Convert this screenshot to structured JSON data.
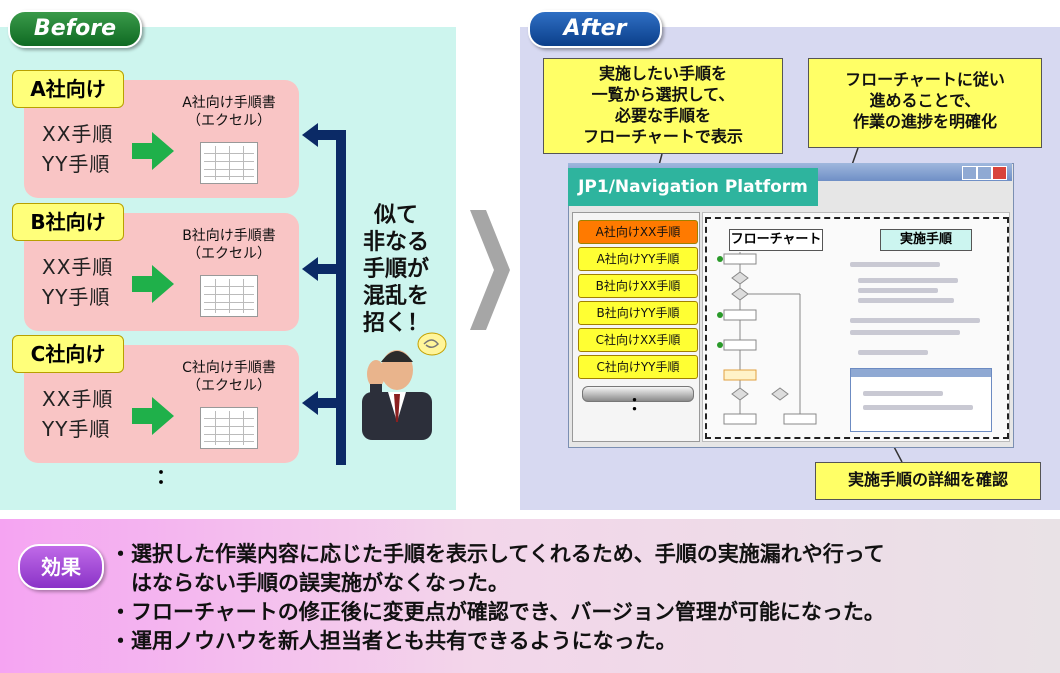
{
  "before": {
    "tag": "Before",
    "companies": [
      {
        "label": "A社向け",
        "proc1": "XX手順",
        "proc2": "YY手順",
        "doc": "A社向け手順書\n（エクセル）"
      },
      {
        "label": "B社向け",
        "proc1": "XX手順",
        "proc2": "YY手順",
        "doc": "B社向け手順書\n（エクセル）"
      },
      {
        "label": "C社向け",
        "proc1": "XX手順",
        "proc2": "YY手順",
        "doc": "C社向け手順書\n（エクセル）"
      }
    ],
    "ellipsis": "：",
    "confusion_text": "似て\n非なる\n手順が\n混乱を\n招く！"
  },
  "after": {
    "tag": "After",
    "callout_select": "実施したい手順を\n一覧から選択して、\n必要な手順を\nフローチャートで表示",
    "callout_flow": "フローチャートに従い\n進めることで、\n作業の進捗を明確化",
    "callout_detail": "実施手順の詳細を確認",
    "app_title": "JP1/Navigation Platform",
    "nav_items": [
      "A社向けXX手順",
      "A社向けYY手順",
      "B社向けXX手順",
      "B社向けYY手順",
      "C社向けXX手順",
      "C社向けYY手順"
    ],
    "nav_dots": "：",
    "flow_label": "フローチャート",
    "steps_label": "実施手順"
  },
  "effects": {
    "badge": "効果",
    "items": [
      "・選択した作業内容に応じた手順を表示してくれるため、手順の実施漏れや行って",
      "　はならない手順の誤実施がなくなった。",
      "・フローチャートの修正後に変更点が確認でき、バージョン管理が可能になった。",
      "・運用ノウハウを新人担当者とも共有できるようになった。"
    ]
  },
  "colors": {
    "before_bg": "#cdf5ee",
    "after_bg": "#d7d9f1",
    "card_bg": "#f9c5c5",
    "label_yellow": "#ffff7a",
    "active_nav": "#ff7a00",
    "arrow_navy": "#0b2a66",
    "arrow_green": "#1fb04a"
  }
}
